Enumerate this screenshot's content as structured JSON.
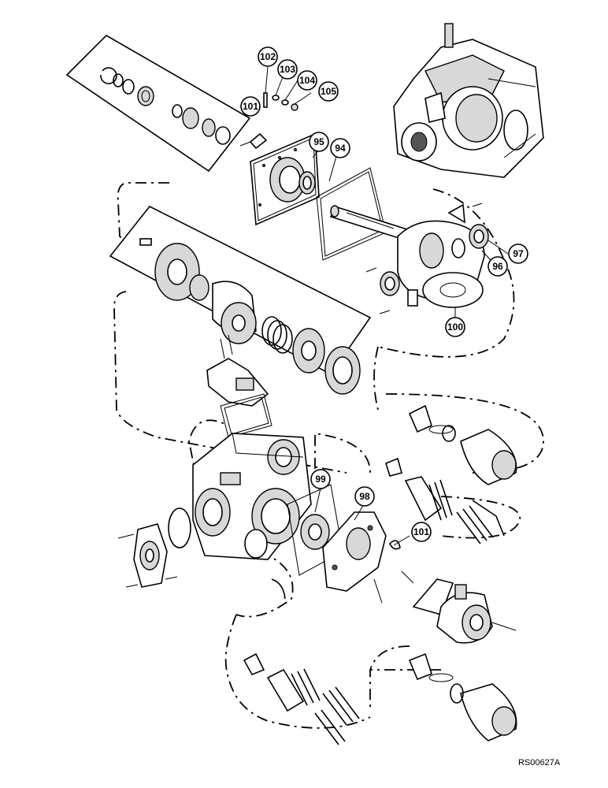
{
  "callouts": {
    "c102": "102",
    "c103": "103",
    "c104": "104",
    "c105": "105",
    "c101a": "101",
    "c95": "95",
    "c94": "94",
    "c97": "97",
    "c96": "96",
    "c100": "100",
    "c99": "99",
    "c98": "98",
    "c101b": "101"
  },
  "drawing_ref": "RS00627A"
}
